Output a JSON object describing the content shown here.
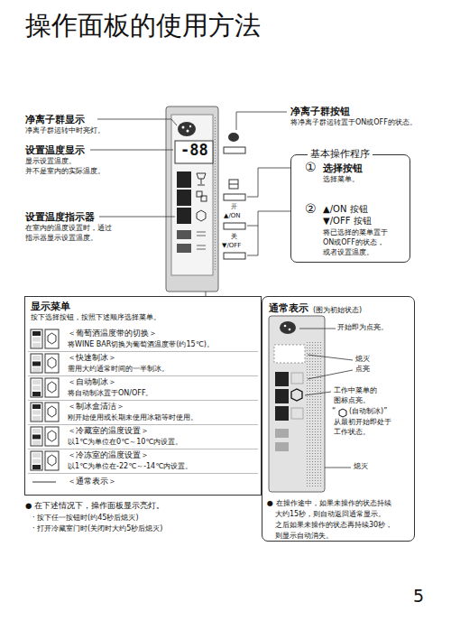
{
  "diagram": {
    "title": "操作面板的使用方法",
    "nodes": [
      {
        "text": [
          "基本操作程序"
        ]
      },
      {
        "text": [
          "显示菜单",
          "按下选择按钮，按照下述顺序选择菜单。"
        ]
      },
      {
        "text": [
          "＜葡萄酒温度带的切换＞",
          "将WINE BAR切换为葡萄酒温度带(约15℃)。"
        ],
        "in": 1
      },
      {
        "text": [
          "＜快速制冰＞",
          "需用大约通常时间的一半制冰。"
        ],
        "in": 1
      },
      {
        "text": [
          "＜自动制冰＞",
          "将自动制冰置于ON/OFF。"
        ],
        "in": 1
      },
      {
        "text": [
          "＜制冰盒清洁＞",
          "刚开始使用或长期未使用冰箱等时使用。"
        ],
        "in": 1
      },
      {
        "text": [
          "＜冷藏室的温度设置＞",
          "以1℃为单位在0℃～10℃内设置。"
        ],
        "in": 1
      },
      {
        "text": [
          "＜冷冻室的温度设置＞",
          "以1℃为单位在-22℃～-14℃内设置。"
        ],
        "in": 1
      },
      {
        "text": [
          "＜通常表示＞"
        ],
        "in": 1
      },
      {
        "text": [
          "通常表示",
          "(图为初始状态)"
        ]
      }
    ],
    "labels": [
      "-88",
      "净离子群显示",
      "净离子群运转中时亮灯。",
      "设置温度显示",
      "显示设置温度。",
      "并不是室内的实际温度。",
      "设置温度指示器",
      "在室内的温度设置时，通过",
      "指示器显示设置温度。",
      "净离子群按钮",
      "将净离子群运转置于ON或OFF的状态。",
      "开",
      "▲/ON",
      "关",
      "▼/OFF",
      "①",
      "选择按钮",
      "选择菜单。",
      "②",
      "▲/ON 按钮",
      "▼/OFF 按钮",
      "将已选择的菜单置于",
      "ON或OFF的状态，",
      "或者设置温度。",
      "● 在下述情况下，操作面板显示亮灯。",
      "· 按下任一按钮时(约45秒后熄灭)",
      "· 打开冷藏室门时(关闭时大约5秒后熄灭)",
      "开始即为点亮。",
      "熄灭",
      "点亮",
      "工作中菜单的",
      "图标点亮。",
      "“",
      "(自动制冰)”",
      "从最初开始即处于",
      "工作状态。",
      "熄灭",
      "● 在操作途中，如果未操作的状态持续",
      "大约15秒，则自动返回通常显示。",
      "之后如果未操作的状态再持续30秒，",
      "则显示自动消失。",
      "5"
    ]
  }
}
